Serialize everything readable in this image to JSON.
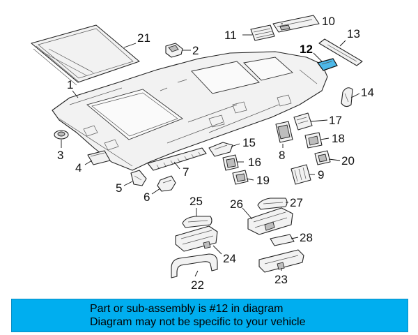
{
  "callouts": {
    "c1": "1",
    "c2": "2",
    "c3": "3",
    "c4": "4",
    "c5": "5",
    "c6": "6",
    "c7": "7",
    "c8": "8",
    "c9": "9",
    "c10": "10",
    "c11": "11",
    "c12": "12",
    "c13": "13",
    "c14": "14",
    "c15": "15",
    "c16": "16",
    "c17": "17",
    "c18": "18",
    "c19": "19",
    "c20": "20",
    "c21": "21",
    "c22": "22",
    "c23": "23",
    "c24": "24",
    "c25": "25",
    "c26": "26",
    "c27": "27",
    "c28": "28"
  },
  "highlighted_part": "12",
  "colors": {
    "banner_bg": "#00aeef",
    "highlight": "#4db8e8"
  },
  "banner": {
    "line1": "Part or sub-assembly is #12 in diagram",
    "line2": "Diagram may not be specific to your vehicle"
  }
}
